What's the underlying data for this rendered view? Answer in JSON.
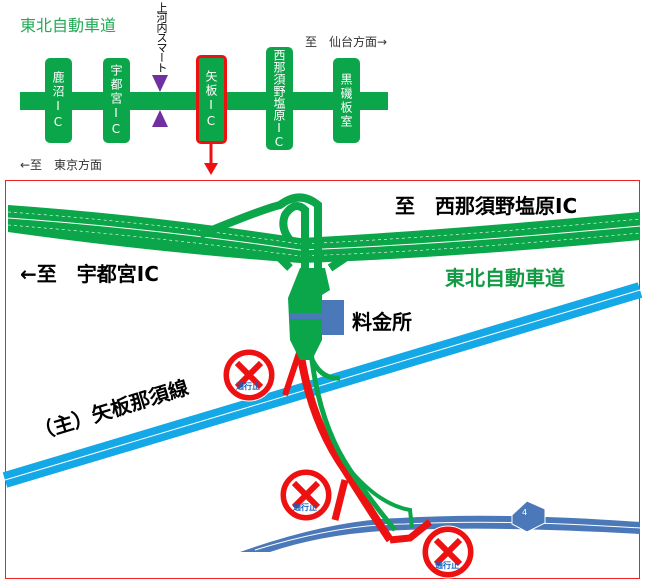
{
  "header": {
    "title": "東北自動車道",
    "to_sendai": "至　仙台方面→",
    "to_tokyo": "←至　東京方面",
    "smart_ic": "上河内スマート"
  },
  "interchanges": [
    {
      "name": "鹿沼IC",
      "highlighted": false
    },
    {
      "name": "宇都宮IC",
      "highlighted": false
    },
    {
      "name": "矢板IC",
      "highlighted": true
    },
    {
      "name": "西那須野塩原IC",
      "highlighted": false
    },
    {
      "name": "黒磯板室",
      "highlighted": false
    }
  ],
  "map": {
    "to_nishinasuno": "至　西那須野塩原IC",
    "to_utsunomiya": "←至　宇都宮IC",
    "expressway_label": "東北自動車道",
    "tollgate_label": "料金所",
    "prefectural_road": "（主）矢板那須線",
    "route_number": "4",
    "closed_sign": "通行止"
  },
  "colors": {
    "expressway": "#0ca64a",
    "highlight": "#ee1111",
    "prefectural": "#14a8e6",
    "national": "#4a78b8",
    "smart": "#7030a0"
  }
}
